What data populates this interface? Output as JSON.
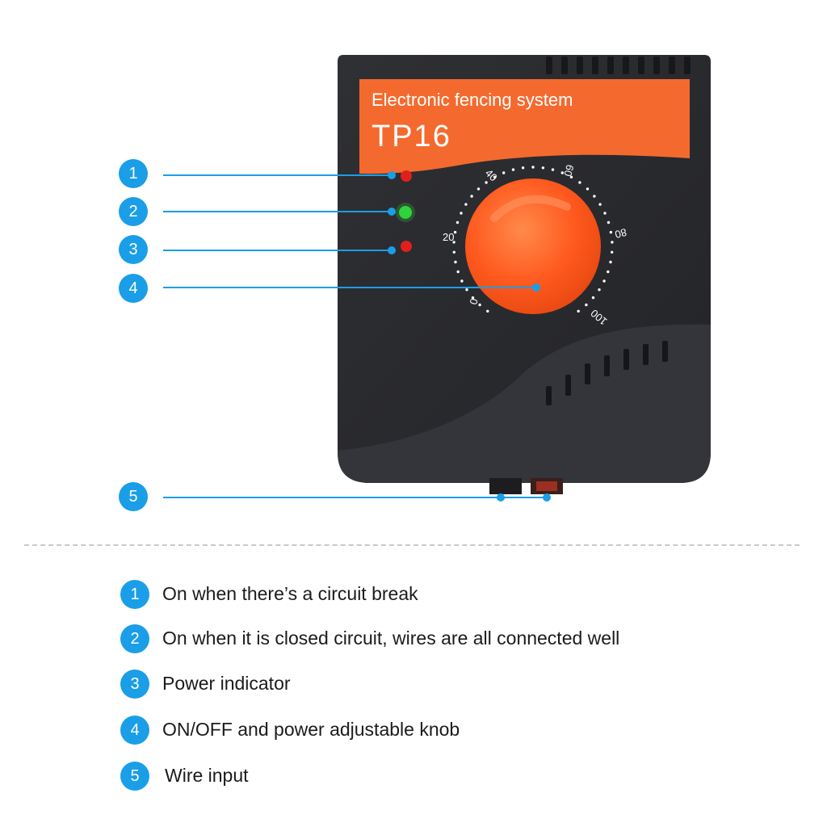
{
  "device": {
    "label_line1": "Electronic fencing system",
    "label_line2": "TP16",
    "dial_ticks": [
      "0",
      "20",
      "40",
      "60",
      "80",
      "100"
    ],
    "colors": {
      "housing": "#2a2b2f",
      "label": "#f46a2e",
      "knob": "#ff5a1f",
      "led_red": "#e0201e",
      "led_green": "#2fd33a",
      "callout": "#1a9ee8"
    }
  },
  "callouts": [
    {
      "number": "1",
      "text": "On when there’s a circuit break"
    },
    {
      "number": "2",
      "text": "On when it is closed circuit, wires are all connected well"
    },
    {
      "number": "3",
      "text": "Power indicator"
    },
    {
      "number": "4",
      "text": "ON/OFF and power adjustable knob"
    },
    {
      "number": "5",
      "text": "Wire input"
    }
  ]
}
